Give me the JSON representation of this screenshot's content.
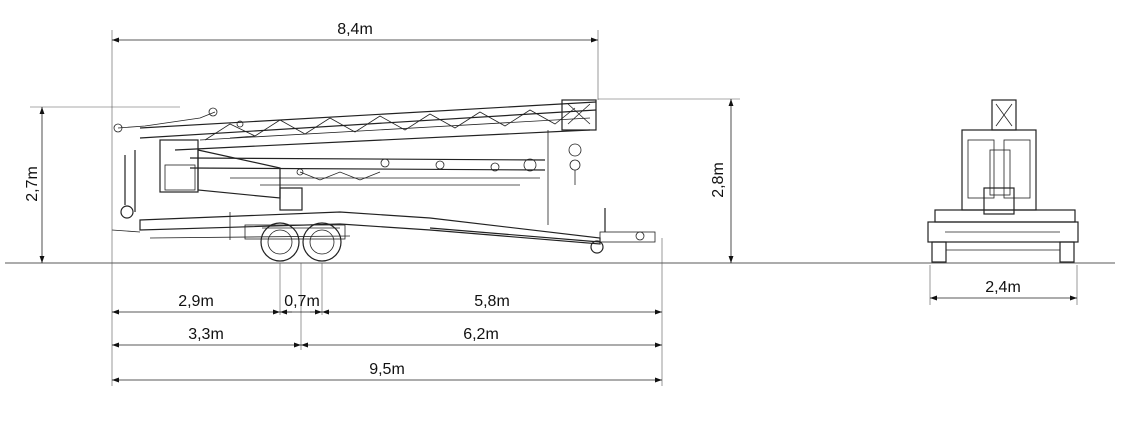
{
  "dimensions": {
    "boom_length": "8,4m",
    "side_height": "2,7m",
    "total_height": "2,8m",
    "rear_overhang": "2,9m",
    "axle_spacing": "0,7m",
    "front_section": "5,8m",
    "rear_to_axle": "3,3m",
    "axle_to_front": "6,2m",
    "total_length": "9,5m",
    "width": "2,4m"
  }
}
